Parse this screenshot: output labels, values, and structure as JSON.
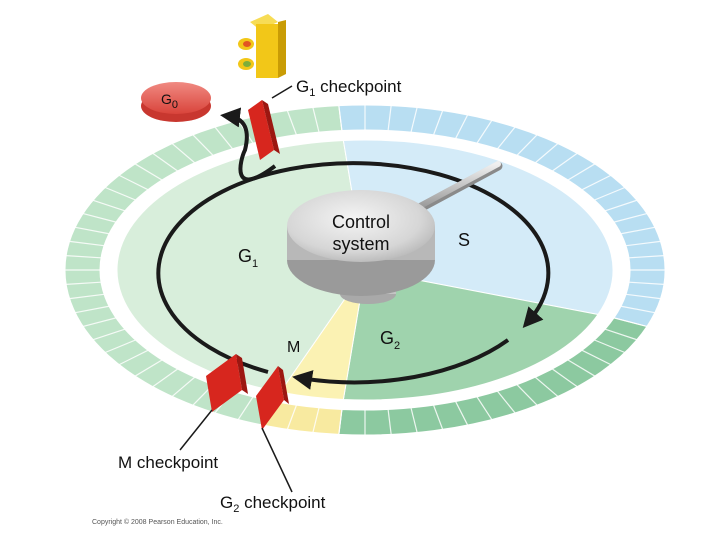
{
  "labels": {
    "g0": {
      "main": "G",
      "sub": "0"
    },
    "g1_phase": {
      "main": "G",
      "sub": "1"
    },
    "m_phase": "M",
    "g2_phase": {
      "main": "G",
      "sub": "2"
    },
    "s_phase": "S",
    "control_line1": "Control",
    "control_line2": "system",
    "g1_checkpoint": {
      "main": "G",
      "sub": "1",
      "rest": " checkpoint"
    },
    "m_checkpoint": "M checkpoint",
    "g2_checkpoint": {
      "main": "G",
      "sub": "2",
      "rest": " checkpoint"
    }
  },
  "copyright": "Copyright © 2008 Pearson Education, Inc.",
  "colors": {
    "g1_sector": "#d8eedb",
    "g1_ring": "#bfe4c8",
    "s_sector": "#d4ebf8",
    "s_ring": "#b8def2",
    "g2_sector": "#9fd3ad",
    "g2_ring": "#8cc9a0",
    "m_sector": "#fbf2b3",
    "m_ring": "#f8eaa0",
    "checkpoint_red": "#d7261e",
    "g0_disk": "#e8625a",
    "traffic_light": "#f2c718"
  }
}
